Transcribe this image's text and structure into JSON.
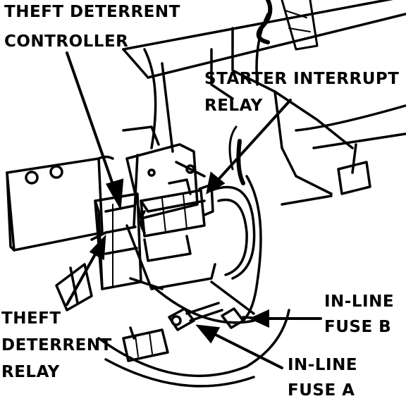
{
  "labels": {
    "theft_deterrent_controller": [
      "THEFT DETERRENT",
      "CONTROLLER"
    ],
    "starter_interrupt_relay": [
      "STARTER INTERRUPT",
      "RELAY"
    ],
    "theft_deterrent_relay": [
      "THEFT",
      "DETERRENT",
      "RELAY"
    ],
    "in_line_fuse_b": [
      "IN-LINE",
      "FUSE B"
    ],
    "in_line_fuse_a": [
      "IN-LINE",
      "FUSE A"
    ]
  },
  "colors": {
    "ink": "#000000",
    "paper": "#ffffff"
  }
}
